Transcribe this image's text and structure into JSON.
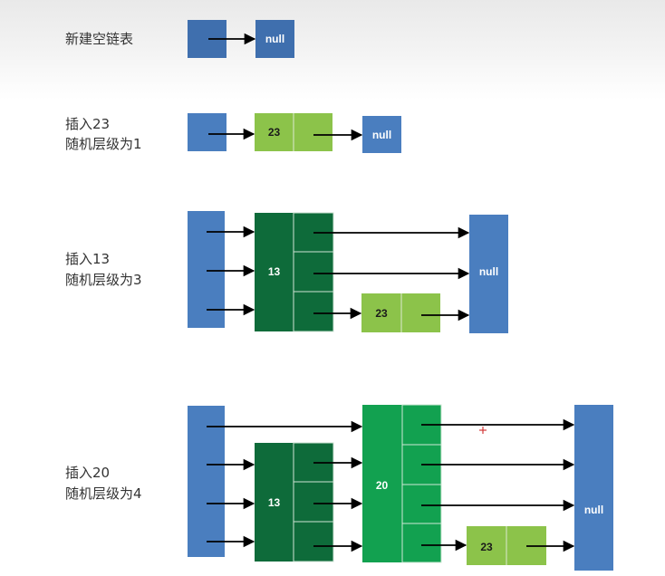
{
  "steps": [
    {
      "title": "新建空链表",
      "subtitle": ""
    },
    {
      "title": "插入23",
      "subtitle": "随机层级为1"
    },
    {
      "title": "插入13",
      "subtitle": "随机层级为3"
    },
    {
      "title": "插入20",
      "subtitle": "随机层级为4"
    }
  ],
  "nodes": {
    "null_label": "null",
    "v23": "23",
    "v13": "13",
    "v20": "20"
  },
  "colors": {
    "head_blue": "#4a7ebf",
    "dark_green": "#0e6b3a",
    "mid_green": "#12a150",
    "light_green": "#8cc34a",
    "arrow": "#000000",
    "cell_border": "#cfe3d4",
    "cursor_mark": "#d23a3a"
  }
}
